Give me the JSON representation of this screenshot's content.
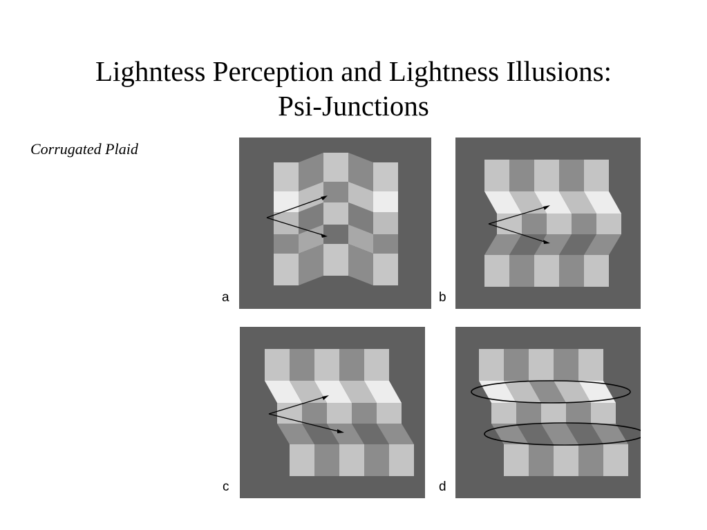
{
  "slide": {
    "title_line1": "Lighntess Perception and Lightness Illusions:",
    "title_line2": "Psi-Junctions",
    "subtitle": "Corrugated Plaid"
  },
  "panels": [
    {
      "id": "a",
      "label": "a"
    },
    {
      "id": "b",
      "label": "b"
    },
    {
      "id": "c",
      "label": "c"
    },
    {
      "id": "d",
      "label": "d"
    }
  ],
  "colors": {
    "panel_background": "#5f5f5f",
    "light_tile": "#c4c4c4",
    "mid_tile": "#8e8e8e",
    "bright_tile": "#ececec",
    "dark_tile": "#6e6e6e"
  }
}
